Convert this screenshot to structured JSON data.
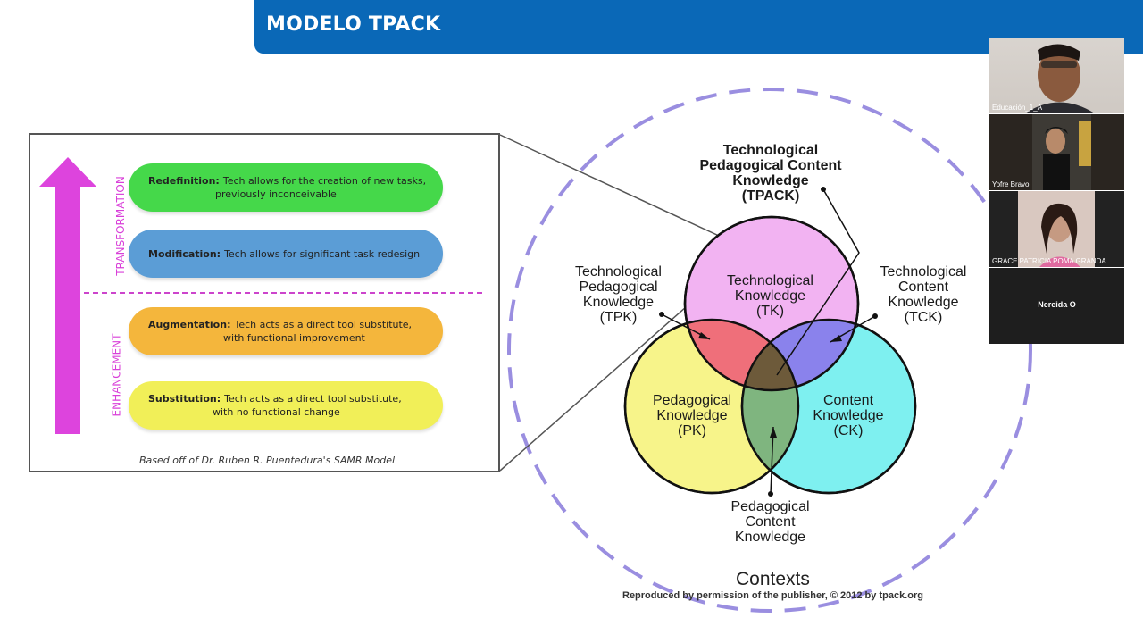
{
  "slide": {
    "title": "MODELO TPACK"
  },
  "samr": {
    "phase_top": "TRANSFORMATION",
    "phase_bottom": "ENHANCEMENT",
    "levels": [
      {
        "name": "Redefinition:",
        "line1": "Tech allows for the creation of new tasks,",
        "line2": "previously inconceivable",
        "color": "#45d84a"
      },
      {
        "name": "Modification:",
        "line1": "Tech allows for significant task redesign",
        "line2": "",
        "color": "#5b9dd6"
      },
      {
        "name": "Augmentation:",
        "line1": "Tech acts as a direct tool substitute,",
        "line2": "with functional improvement",
        "color": "#f4b63c"
      },
      {
        "name": "Substitution:",
        "line1": "Tech acts as a direct tool substitute,",
        "line2": "with no functional change",
        "color": "#f1ef58"
      }
    ],
    "caption": "Based off of Dr. Ruben R. Puentedura's SAMR Model",
    "arrow_color": "#dd44dd"
  },
  "tpack": {
    "tpack_label": [
      "Technological",
      "Pedagogical Content",
      "Knowledge",
      "(TPACK)"
    ],
    "tk": [
      "Technological",
      "Knowledge",
      "(TK)"
    ],
    "pk": [
      "Pedagogical",
      "Knowledge",
      "(PK)"
    ],
    "ck": [
      "Content",
      "Knowledge",
      "(CK)"
    ],
    "tpk": [
      "Technological",
      "Pedagogical",
      "Knowledge",
      "(TPK)"
    ],
    "tck": [
      "Technological",
      "Content",
      "Knowledge",
      "(TCK)"
    ],
    "pck": [
      "Pedagogical",
      "Content",
      "Knowledge"
    ],
    "contexts": "Contexts",
    "credit": "Reproduced by permission of the publisher, © 2012 by tpack.org",
    "colors": {
      "tk": "#f2b3f2",
      "pk": "#f7f48a",
      "ck": "#7ef0f0",
      "context_ring": "#9a8ee0"
    }
  },
  "participants": [
    {
      "name": "Educación_1_A"
    },
    {
      "name": "Yofre Bravo"
    },
    {
      "name": "GRACE PATRICIA POMA GRANDA"
    },
    {
      "name": "Nereida O"
    }
  ]
}
